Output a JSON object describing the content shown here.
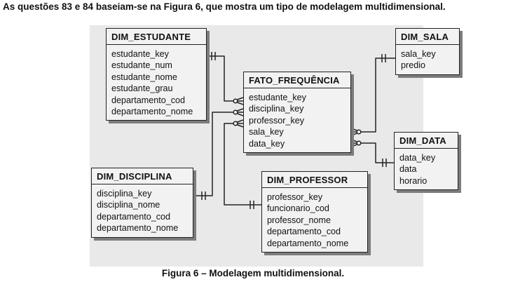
{
  "intro_text": "As questões 83 e 84 baseiam-se na Figura 6, que mostra um tipo de modelagem multidimensional.",
  "caption": "Figura 6 – Modelagem multidimensional.",
  "tables": {
    "dim_estudante": {
      "title": "DIM_ESTUDANTE",
      "fields": [
        "estudante_key",
        "estudante_num",
        "estudante_nome",
        "estudante_grau",
        "departamento_cod",
        "departamento_nome"
      ]
    },
    "fato_frequencia": {
      "title": "FATO_FREQUÊNCIA",
      "fields": [
        "estudante_key",
        "disciplina_key",
        "professor_key",
        "sala_key",
        "data_key"
      ]
    },
    "dim_sala": {
      "title": "DIM_SALA",
      "fields": [
        "sala_key",
        "predio"
      ]
    },
    "dim_data": {
      "title": "DIM_DATA",
      "fields": [
        "data_key",
        "data",
        "horario"
      ]
    },
    "dim_disciplina": {
      "title": "DIM_DISCIPLINA",
      "fields": [
        "disciplina_key",
        "disciplina_nome",
        "departamento_cod",
        "departamento_nome"
      ]
    },
    "dim_professor": {
      "title": "DIM_PROFESSOR",
      "fields": [
        "professor_key",
        "funcionario_cod",
        "professor_nome",
        "departamento_cod",
        "departamento_nome"
      ]
    }
  },
  "colors": {
    "background_panel": "#e9e9e9",
    "table_fill": "#f2f2f2",
    "table_shadow": "#7c7c7c",
    "line": "#222222"
  }
}
